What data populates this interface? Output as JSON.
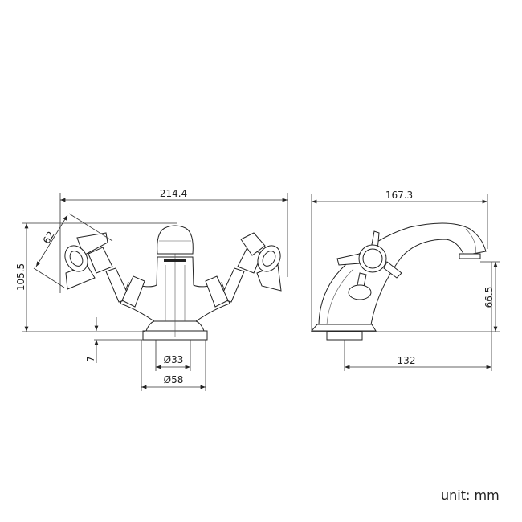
{
  "front_view": {
    "overall_width": "214.4",
    "height": "105.5",
    "handle_length": "62",
    "base_thickness": "7",
    "shank_diameter": "Ø33",
    "base_diameter": "Ø58"
  },
  "side_view": {
    "overall_depth": "167.3",
    "spout_height": "66.5",
    "spout_reach": "132"
  },
  "unit_label": "unit: mm"
}
